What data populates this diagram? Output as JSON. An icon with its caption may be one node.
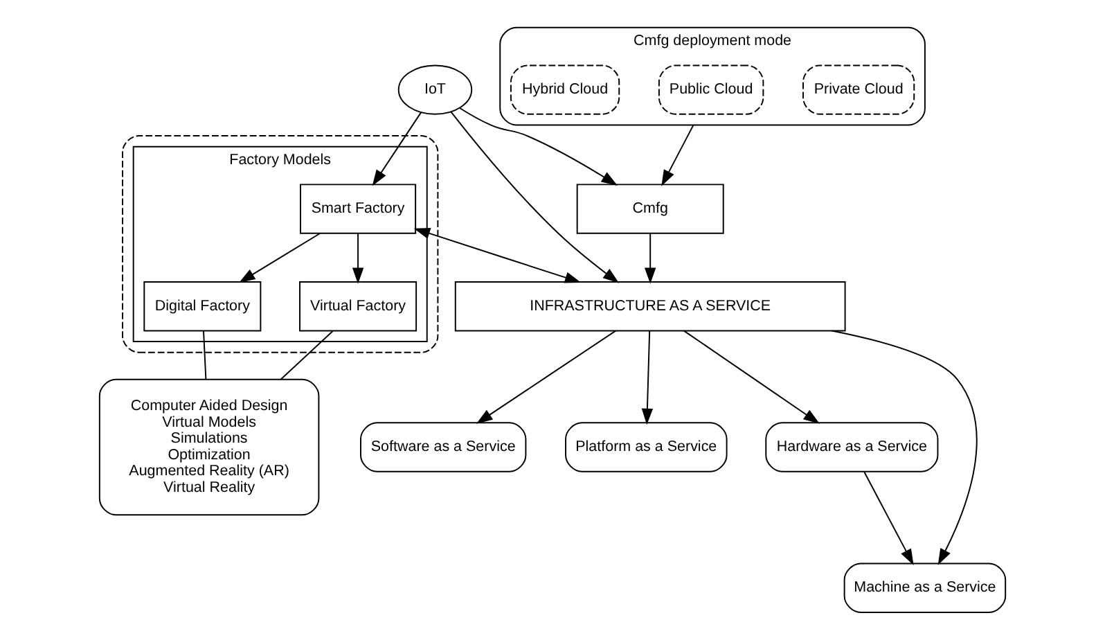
{
  "diagram": {
    "nodes": [
      {
        "text": [],
        "shape": "box"
      },
      {
        "text": [
          "Factory Models"
        ],
        "in": 0
      },
      {
        "text": [
          "Smart Factory"
        ],
        "in": 1
      },
      {
        "text": [
          "Digital Factory"
        ],
        "in": 1
      },
      {
        "text": [
          "Virtual Factory"
        ],
        "in": 1
      },
      {
        "text": [
          "IoT"
        ]
      },
      {
        "text": [
          "Computer Aided Design",
          "Virtual Models",
          "Simulations",
          "Optimization",
          "Augmented Reality (AR)",
          "Virtual Reality"
        ]
      },
      {
        "text": [
          "Cmfg deployment mode"
        ]
      },
      {
        "text": [
          "Private Cloud"
        ],
        "in": 7
      },
      {
        "text": [
          "Public Cloud"
        ],
        "in": 7
      },
      {
        "text": [
          "Hybrid Cloud"
        ],
        "in": 7
      },
      {
        "text": [
          "Cmfg"
        ]
      },
      {
        "text": [
          "INFRASTRUCTURE AS A SERVICE"
        ]
      },
      {
        "text": [
          "Software as a Service"
        ]
      },
      {
        "text": [
          "Platform as a Service"
        ]
      },
      {
        "text": [
          "Hardware as a Service"
        ]
      },
      {
        "text": [
          "Machine as a Service"
        ]
      }
    ],
    "edges": [
      {
        "from": 5,
        "to": 2,
        "arrow": "to"
      },
      {
        "from": 2,
        "to": 3,
        "arrow": "to"
      },
      {
        "from": 2,
        "to": 4,
        "arrow": "to"
      },
      {
        "from": 3,
        "to": 6,
        "arrow": "none"
      },
      {
        "from": 4,
        "to": 6,
        "arrow": "none"
      },
      {
        "from": 5,
        "to": 11,
        "arrow": "to"
      },
      {
        "from": 5,
        "to": 12,
        "arrow": "to"
      },
      {
        "from": 2,
        "to": 12,
        "arrow": "both"
      },
      {
        "from": 7,
        "to": 11,
        "arrow": "to"
      },
      {
        "from": 11,
        "to": 12,
        "arrow": "to"
      },
      {
        "from": 12,
        "to": 13,
        "arrow": "to"
      },
      {
        "from": 12,
        "to": 14,
        "arrow": "to"
      },
      {
        "from": 12,
        "to": 15,
        "arrow": "to"
      },
      {
        "from": 12,
        "to": 16,
        "arrow": "to"
      },
      {
        "from": 15,
        "to": 16,
        "arrow": "to"
      }
    ]
  }
}
